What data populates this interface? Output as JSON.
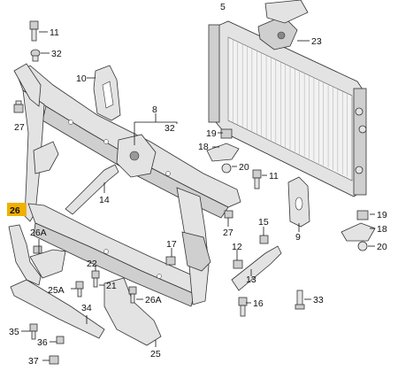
{
  "diagram": {
    "highlight_color": "#f0b000",
    "callouts": [
      {
        "id": "c5",
        "text": "5"
      },
      {
        "id": "c11a",
        "text": "11"
      },
      {
        "id": "c32",
        "text": "32"
      },
      {
        "id": "c23",
        "text": "23"
      },
      {
        "id": "c10",
        "text": "10"
      },
      {
        "id": "c8",
        "text": "8"
      },
      {
        "id": "c32b",
        "text": "32"
      },
      {
        "id": "c27a",
        "text": "27"
      },
      {
        "id": "c19a",
        "text": "19"
      },
      {
        "id": "c18a",
        "text": "18"
      },
      {
        "id": "c20a",
        "text": "20"
      },
      {
        "id": "c11b",
        "text": "11"
      },
      {
        "id": "c26",
        "text": "26"
      },
      {
        "id": "c14",
        "text": "14"
      },
      {
        "id": "c9",
        "text": "9"
      },
      {
        "id": "c19b",
        "text": "19"
      },
      {
        "id": "c18b",
        "text": "18"
      },
      {
        "id": "c20b",
        "text": "20"
      },
      {
        "id": "c26A",
        "text": "26A"
      },
      {
        "id": "c27b",
        "text": "27"
      },
      {
        "id": "c15",
        "text": "15"
      },
      {
        "id": "c17",
        "text": "17"
      },
      {
        "id": "c12",
        "text": "12"
      },
      {
        "id": "c13",
        "text": "13"
      },
      {
        "id": "c22",
        "text": "22"
      },
      {
        "id": "c25A",
        "text": "25A"
      },
      {
        "id": "c21",
        "text": "21"
      },
      {
        "id": "c26Ab",
        "text": "26A"
      },
      {
        "id": "c16",
        "text": "16"
      },
      {
        "id": "c33",
        "text": "33"
      },
      {
        "id": "c34",
        "text": "34"
      },
      {
        "id": "c35",
        "text": "35"
      },
      {
        "id": "c36",
        "text": "36"
      },
      {
        "id": "c37",
        "text": "37"
      },
      {
        "id": "c25",
        "text": "25"
      }
    ]
  }
}
